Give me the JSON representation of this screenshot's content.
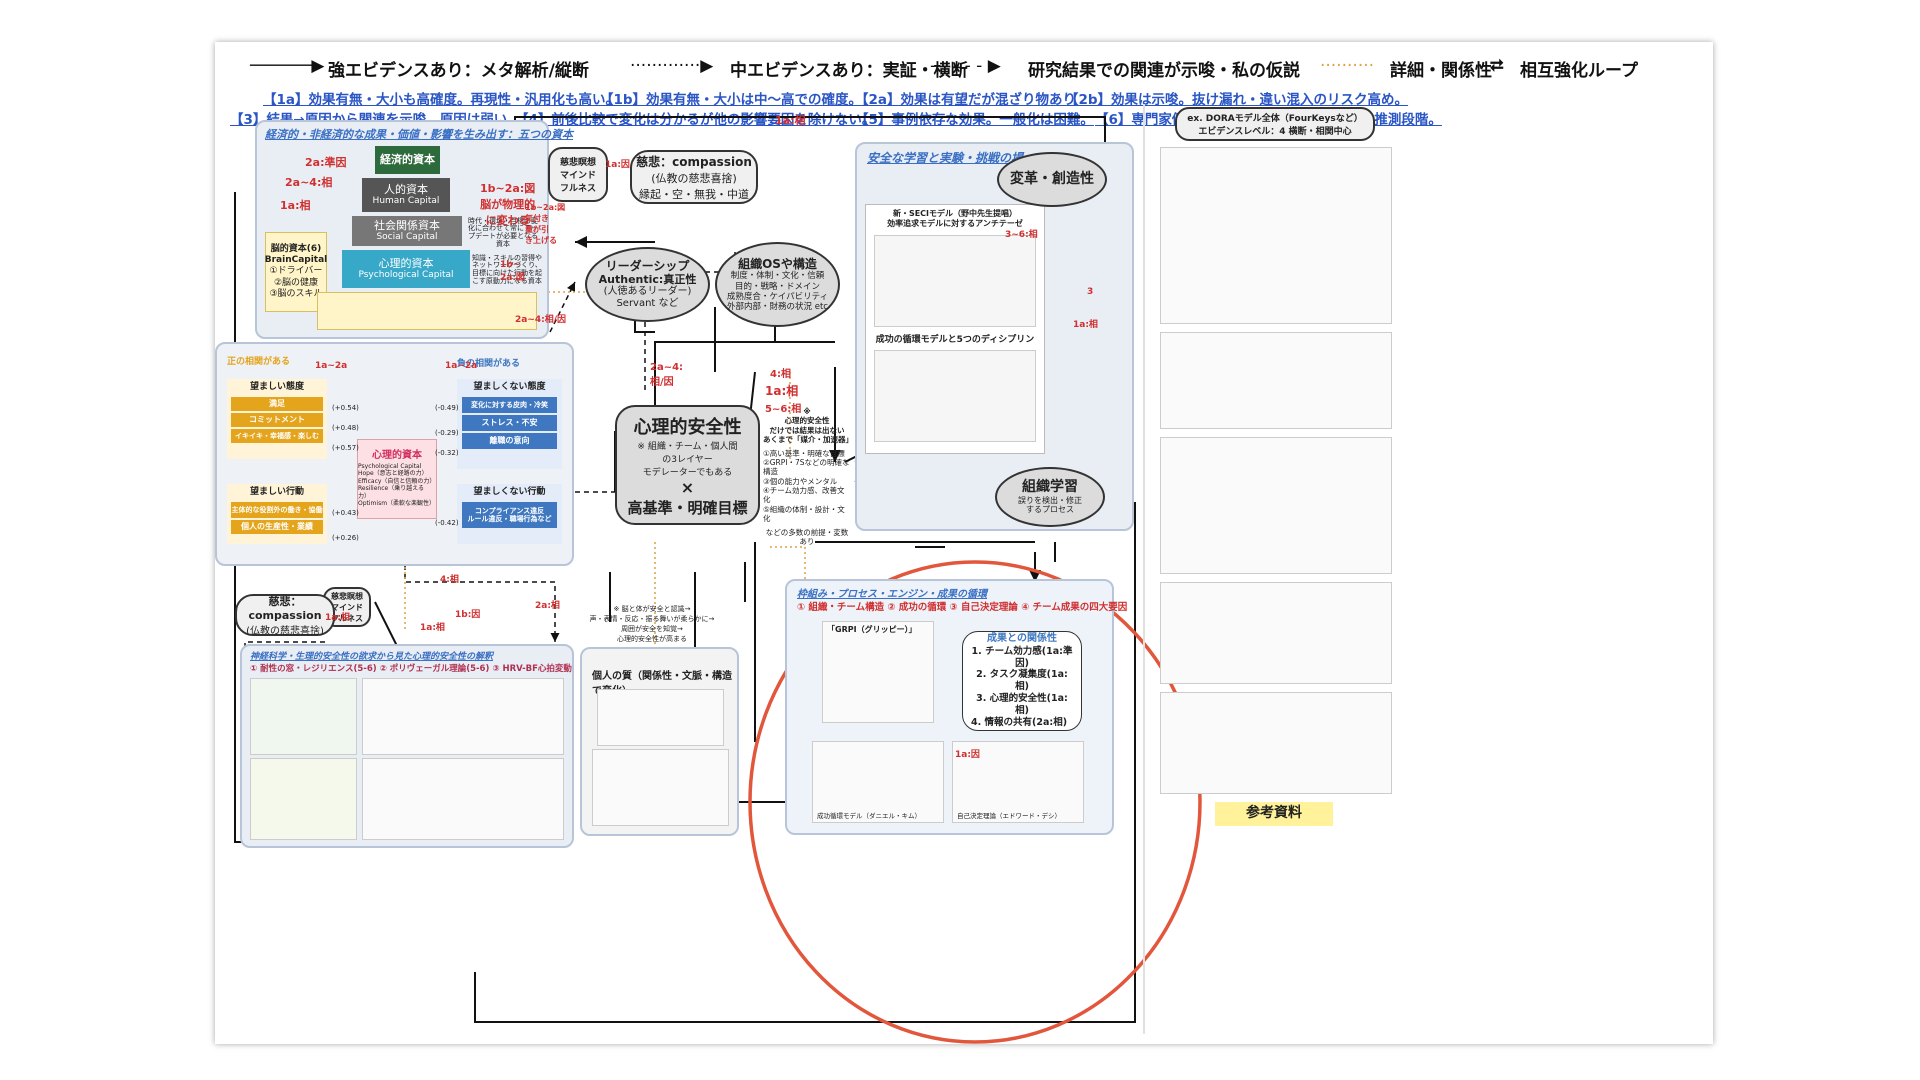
{
  "legend": {
    "strong": "強エビデンスあり：メタ解析/縦断",
    "medium": "中エビデンスあり：実証・横断",
    "hypothesis": "研究結果での関連が示唆・私の仮説",
    "detail": "詳細・関係性",
    "loop": "相互強化ループ"
  },
  "evidence_levels": [
    "【1a】効果有無・大小も高確度。再現性・汎用化も高い。",
    "【1b】効果有無・大小は中〜高での確度。",
    "【2a】効果は有望だが混ざり物あり",
    "【2b】効果は示唆。抜け漏れ・違い混入のリスク高め。",
    "【3】結果→原因から関連を示唆。原因は弱い。",
    "【4】前後比較で変化は分かるが他の影響要因を除けない。",
    "【5】事例依存な効果。一般化は困難。",
    "【6】専門家個人の意見・専門家委員会報告。推測段階。"
  ],
  "capital_panel": {
    "title": "経済的・非経済的な成果・価値・影響を生み出す：五つの資本",
    "economic": "経済的資本",
    "human": "人的資本",
    "human_sub": "Human Capital",
    "social": "社会関係資本",
    "social_sub": "Social Capital",
    "psych": "心理的資本",
    "psych_sub": "Psychological Capital",
    "brain": "脳的資本(6)\nBrainCapital",
    "brain_items": "①ドライバー\n②脳の健康\n③脳のスキル",
    "note_time": "時代・環境・目標の変化に合わせて常にアップデートが必要となる資本",
    "note_network": "知識・スキルの習得やネットワークづくり、目標に向けた行動を起こす原動力になる資本"
  },
  "compassion_top": {
    "title": "慈悲：compassion",
    "line1": "(仏教の慈悲喜捨)",
    "line2": "縁起・空・無我・中道"
  },
  "meditation": "慈悲瞑想\nマインド\nフルネス",
  "leadership": {
    "title": "リーダーシップ",
    "line1": "Authentic:真正性",
    "line2": "(人徳あるリーダー)",
    "line3": "Servant など"
  },
  "org_os": {
    "title": "組織OSや構造",
    "body": "制度・体制・文化・信頼\n目的・戦略・ドメイン\n成熟度合・ケイパビリティ\n外部内部・財務の状況 etc"
  },
  "center": {
    "title": "心理的安全性",
    "sub1": "※ 組織・チーム・個人間",
    "sub2": "の3レイヤー",
    "sub3": "モデレーターでもある",
    "cross": "×",
    "goal": "高基準・明確目標"
  },
  "center_note": {
    "head": "※\n心理的安全性\nだけでは結果は出ない\nあくまで「媒介・加速器」",
    "items": "①高い基準・明確な目標\n②GRPI・7Sなどの明確な構造\n③個の能力やメンタル\n④チーム効力感、改善文化\n⑤組織の体制・設計・文化",
    "tail": "などの多数の前提・変数あり"
  },
  "safe_learning": {
    "title": "安全な学習と実験・挑戦の場",
    "change": "変革・創造性",
    "seci": "新・SECIモデル（野中先生提唱）\n効率追求モデルに対するアンチテーゼ",
    "cycle": "成功の循環モデルと5つのディシプリン",
    "org_learning": "組織学習",
    "org_learning_sub": "誤りを検出・修正\nするプロセス"
  },
  "psych_capital_panel": {
    "pos_title": "正の相関がある",
    "neg_title": "負の相関がある",
    "attitude_pos": "望ましい態度",
    "attitude_items": [
      "満足",
      "コミットメント",
      "イキイキ・幸福感・楽しむ"
    ],
    "behavior_pos": "望ましい行動",
    "behavior_items": [
      "主体的な役割外の働き・協働",
      "個人の生産性・業績"
    ],
    "attitude_neg": "望ましくない態度",
    "attitude_neg_items": [
      "変化に対する皮肉・冷笑",
      "ストレス・不安",
      "離職の意向"
    ],
    "behavior_neg": "望ましくない行動",
    "behavior_neg_items": [
      "コンプライアンス違反\nルール違反・職場行為など"
    ],
    "core": "心理的資本",
    "core_sub": "Psychological Capital\nHope（意志と経路の力）\nEfficacy（自信と信頼の力）\nResilience（乗り越える力）\nOptimism（柔軟な楽観性）",
    "corr_pos": [
      "(+0.54)",
      "(+0.48)",
      "(+0.57)",
      "(+0.43)",
      "(+0.26)"
    ],
    "corr_neg": [
      "(-0.49)",
      "(-0.29)",
      "(-0.32)",
      "(-0.42)"
    ]
  },
  "compassion_bottom": {
    "title": "慈悲：compassion",
    "line1": "(仏教の慈悲喜捨)"
  },
  "neuro_panel": {
    "title": "神経科学・生理的安全性の欲求から見た心理的安全性の解釈",
    "items": "① 耐性の窓・レジリエンス(5-6) ② ポリヴェーガル理論(5-6) ③ HRV-BF心拍変動"
  },
  "individual": {
    "title": "個人の質（関係性・文脈・構造で変化）",
    "note": "※ 脳と体が安全と認識→\n声・表情・反応・振る舞いが柔らかに→\n周囲が安全を知覚→\n心理的安全性が高まる"
  },
  "framework_panel": {
    "title": "枠組み・プロセス・エンジン・成果の循環",
    "items": "① 組織・チーム構造 ② 成功の循環 ③ 自己決定理論 ④ チーム成果の四大要因",
    "grpi": "「GRPI（グリッピー）」",
    "relation_title": "成果との関係性",
    "relations": [
      "1. チーム効力感(1a:準因)",
      "2. タスク凝集度(1a:相)",
      "3. 心理的安全性(1a:相)",
      "4. 情報の共有(2a:相)"
    ],
    "cycle_caption": "成功循環モデル（ダニエル・キム）",
    "sdt_caption": "自己決定理論（エドワード・デシ）"
  },
  "labels": {
    "a1": "1a:相",
    "a2": "2a:準因",
    "a3": "2a~4:相",
    "a4": "1a:相",
    "a5": "1b~2a:図\n脳が物理的\nに変わる",
    "a6": "1b~2a:図\n気付き\n量が引\nき上げる",
    "a7": "1b~\n2a:図",
    "a8": "1a:因",
    "a9": "2a~4:相/因",
    "a10": "2a~4:\n相/因",
    "a11": "4:相",
    "a12": "1a:相",
    "a13": "5~6:相",
    "a14": "3~6:相",
    "a15": "3",
    "a16": "1a:相",
    "a17": "4:相",
    "a18": "1b:因",
    "a19": "1a:相",
    "a20": "2a:相",
    "a21": "1a:相",
    "a22": "1a:因",
    "a23": "1a~2a",
    "a24": "1a~2a"
  },
  "reference": {
    "dora": "ex. DORAモデル全体（FourKeysなど）\nエビデンスレベル：4 横断・相関中心",
    "label": "参考資料"
  },
  "colors": {
    "accent_red": "#e2563b",
    "blue": "#3f78c0",
    "gold": "#e4a41c",
    "teal": "#38a8c8"
  }
}
